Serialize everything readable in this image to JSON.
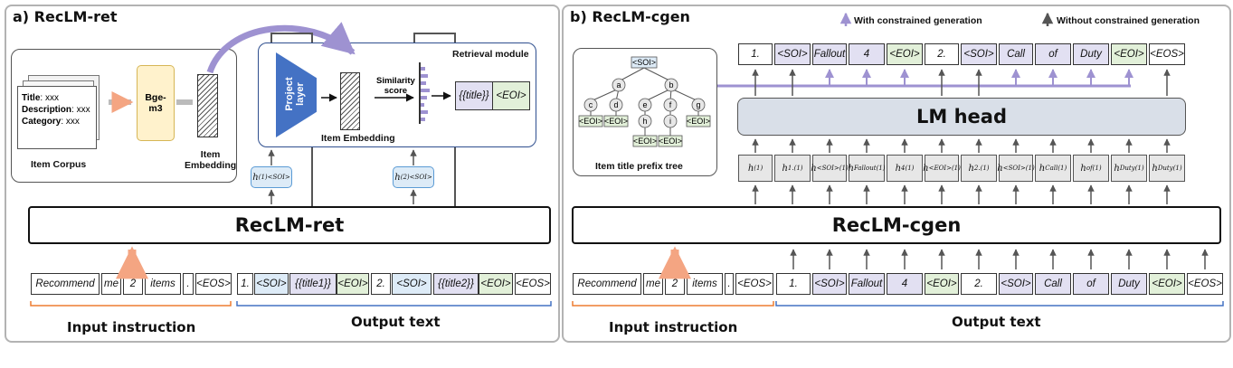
{
  "left_panel": {
    "title": "a) RecLM-ret",
    "corpus": {
      "title_key": "Title",
      "title_val": ": xxx",
      "desc_key": "Description",
      "desc_val": ": xxx",
      "cat_key": "Category",
      "cat_val": ": xxx",
      "label": "Item Corpus"
    },
    "encoder_label": "Bge-\nm3",
    "item_embedding_label": "Item\nEmbedding",
    "retrieval": {
      "module_label": "Retrieval module",
      "project_layer": "Project\nlayer",
      "similarity_label": "Similarity\nscore",
      "item_embedding_label": "Item Embedding",
      "result_title": "{{title}}",
      "result_eoi": "<EOI>"
    },
    "h_soi_1": {
      "sup": "(1)",
      "sub": "<SOI>"
    },
    "h_soi_2": {
      "sup": "(2)",
      "sub": "<SOI>"
    },
    "model_label": "RecLM-ret",
    "input_tokens": [
      "Recommend",
      "me",
      "2",
      "items",
      ".",
      "<EOS>"
    ],
    "output_tokens": [
      "1.",
      "<SOI>",
      "{{title1}}",
      "<EOI>",
      "2.",
      "<SOI>",
      "{{title2}}",
      "<EOI>",
      "<EOS>"
    ],
    "input_label": "Input instruction",
    "output_label": "Output text"
  },
  "right_panel": {
    "title": "b) RecLM-cgen",
    "legend": {
      "with": "With constrained generation",
      "without": "Without constrained generation"
    },
    "tree": {
      "label": "Item title prefix tree",
      "nodes": [
        "<SOI>",
        "a",
        "b",
        "c",
        "d",
        "e",
        "f",
        "g",
        "h",
        "i",
        "<EOI>",
        "<EOI>",
        "<EOI>",
        "<EOI>",
        "<EOI>"
      ]
    },
    "output_top": [
      "1.",
      "<SOI>",
      "Fallout",
      "4",
      "<EOI>",
      "2.",
      "<SOI>",
      "Call",
      "of",
      "Duty",
      "<EOI>",
      "<EOS>"
    ],
    "lm_head_label": "LM head",
    "hidden_states": [
      {
        "sub": "",
        "sup": "(1)"
      },
      {
        "sub": "1.",
        "sup": "(1)"
      },
      {
        "sub": "<SOI>",
        "sup": "(1)"
      },
      {
        "sub": "Fallout",
        "sup": "(1)"
      },
      {
        "sub": "4",
        "sup": "(1)"
      },
      {
        "sub": "<EOI>",
        "sup": "(1)"
      },
      {
        "sub": "2.",
        "sup": "(1)"
      },
      {
        "sub": "<SOI>",
        "sup": "(1)"
      },
      {
        "sub": "Call",
        "sup": "(1)"
      },
      {
        "sub": "of",
        "sup": "(1)"
      },
      {
        "sub": "Duty",
        "sup": "(1)"
      },
      {
        "sub": "Duty",
        "sup": "(1)"
      }
    ],
    "model_label": "RecLM-cgen",
    "input_tokens": [
      "Recommend",
      "me",
      "2",
      "items",
      ".",
      "<EOS>"
    ],
    "output_tokens": [
      "1.",
      "<SOI>",
      "Fallout",
      "4",
      "<EOI>",
      "2.",
      "<SOI>",
      "Call",
      "of",
      "Duty",
      "<EOI>",
      "<EOS>"
    ],
    "input_label": "Input instruction",
    "output_label": "Output text"
  },
  "colors": {
    "purple_token": "#e2e0f2",
    "green_token": "#e2f0d9",
    "blue_token": "#ddebf7",
    "project_layer": "#4472c4",
    "constrained_arrow": "#9e92d1",
    "input_bracket": "#ed7d31",
    "output_bracket": "#4472c4",
    "lm_head": "#d9dfe8",
    "encoder": "#fff2cc"
  }
}
